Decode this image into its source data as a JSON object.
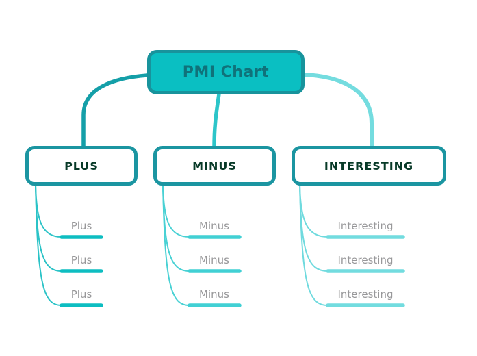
{
  "root": {
    "label": "PMI Chart",
    "fill_color": "#0abfc2",
    "border_color": "#18939c",
    "text_color": "#10727a"
  },
  "branch_style": {
    "border_color": "#1b95a1",
    "text_color": "#083a28",
    "leaf_text_color": "#98989a"
  },
  "branches": [
    {
      "label": "PLUS",
      "connector_color": "#149fa8",
      "curve_color": "#2bc3c7",
      "accent_color": "#0dbdc1",
      "items": [
        "Plus",
        "Plus",
        "Plus"
      ]
    },
    {
      "label": "MINUS",
      "connector_color": "#2cc5c9",
      "curve_color": "#49d1d4",
      "accent_color": "#41d0d4",
      "items": [
        "Minus",
        "Minus",
        "Minus"
      ]
    },
    {
      "label": "INTERESTING",
      "connector_color": "#74dcdf",
      "curve_color": "#6fdade",
      "accent_color": "#72dcdf",
      "items": [
        "Interesting",
        "Interesting",
        "Interesting"
      ]
    }
  ]
}
